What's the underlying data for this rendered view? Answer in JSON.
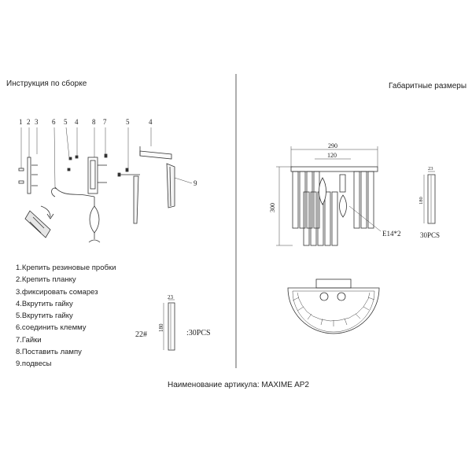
{
  "assembly": {
    "title": "Инструкция по сборке",
    "part_numbers": [
      "1",
      "2",
      "3",
      "6",
      "5",
      "4",
      "8",
      "7",
      "5",
      "4",
      "9"
    ],
    "steps": [
      "1.Крепить резиновые пробки",
      "2.Крепить планку",
      "3.фиксировать сомарез",
      "4.Вкрутить гайку",
      "5.Вкрутить гайку",
      "6.соединить клемму",
      "7.Гайки",
      "8.Поставить лампу",
      "9.подвесы"
    ],
    "crystal": {
      "width": "23",
      "length": "180",
      "count_label": "22#",
      "qty": ":30PCS"
    }
  },
  "dimensions": {
    "title": "Габаритные размеры",
    "width": "290",
    "inner_width": "120",
    "height": "300",
    "lamp": "E14*2",
    "crystal_width": "23",
    "crystal_length": "180",
    "crystal_qty": "30PCS"
  },
  "article": "Наименование артикула: MAXIME AP2"
}
